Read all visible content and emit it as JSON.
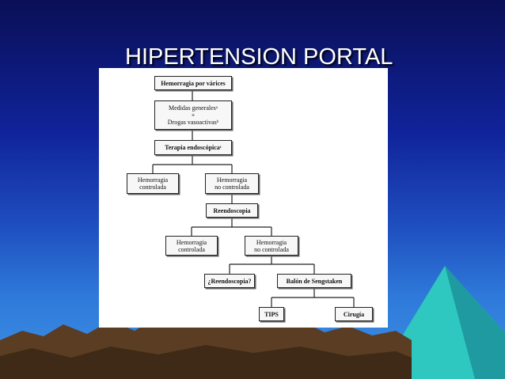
{
  "slide": {
    "title": "HIPERTENSION PORTAL"
  },
  "colors": {
    "background_top": "#0a0f57",
    "background_bottom": "#3d92e6",
    "mountains": "#5a3d22",
    "pyramid": "#2ec8c0"
  },
  "flowchart": {
    "nodes": {
      "hemorragia_varices": "Hemorragia por várices",
      "medidas_generales": "Medidas generalesᵃ",
      "plus": "+",
      "drogas_vasoactivas": "Drogas vasoactivasᵇ",
      "terapia_endoscopica": "Terapia endoscópicaᶜ",
      "controlada_1_line1": "Hemorragia",
      "controlada_1_line2": "controlada",
      "no_controlada_1_line1": "Hemorragia",
      "no_controlada_1_line2": "no controlada",
      "reendoscopia": "Reendoscopia",
      "controlada_2_line1": "Hemorragia",
      "controlada_2_line2": "controlada",
      "no_controlada_2_line1": "Hemorragia",
      "no_controlada_2_line2": "no controlada",
      "reendoscopia_question": "¿Reendoscopia?",
      "balon_sengstaken": "Balón de Sengstaken",
      "tips": "TIPS",
      "cirugia": "Cirugía"
    }
  }
}
